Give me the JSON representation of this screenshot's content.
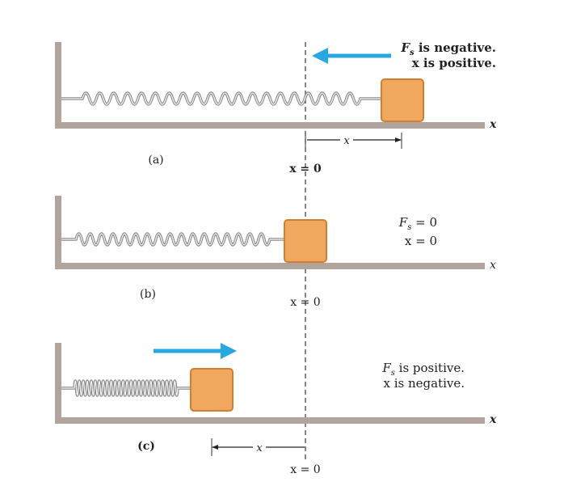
{
  "colors": {
    "wall": "#b3a39d",
    "floor": "#b3a39d",
    "block": "#f0a75e",
    "block_edge": "#d07f32",
    "force_arrow": "#29a7e1",
    "spring": "#888888",
    "text": "#222222"
  },
  "panels": [
    {
      "id": "a",
      "label": "(a)",
      "line1_main": "F",
      "line1_sub": "s",
      "line1_rest": " is negative.",
      "line2": "x is positive.",
      "axis_label": "x",
      "origin_label": "x = 0",
      "displacement_label": "x"
    },
    {
      "id": "b",
      "label": "(b)",
      "line1_main": "F",
      "line1_sub": "s",
      "line1_rest": " = 0",
      "line2": "x = 0",
      "axis_label": "x",
      "origin_label": "x = 0"
    },
    {
      "id": "c",
      "label": "(c)",
      "line1_main": "F",
      "line1_sub": "s",
      "line1_rest": " is positive.",
      "line2": "x is negative.",
      "axis_label": "x",
      "origin_label": "x = 0",
      "displacement_label": "x"
    }
  ]
}
